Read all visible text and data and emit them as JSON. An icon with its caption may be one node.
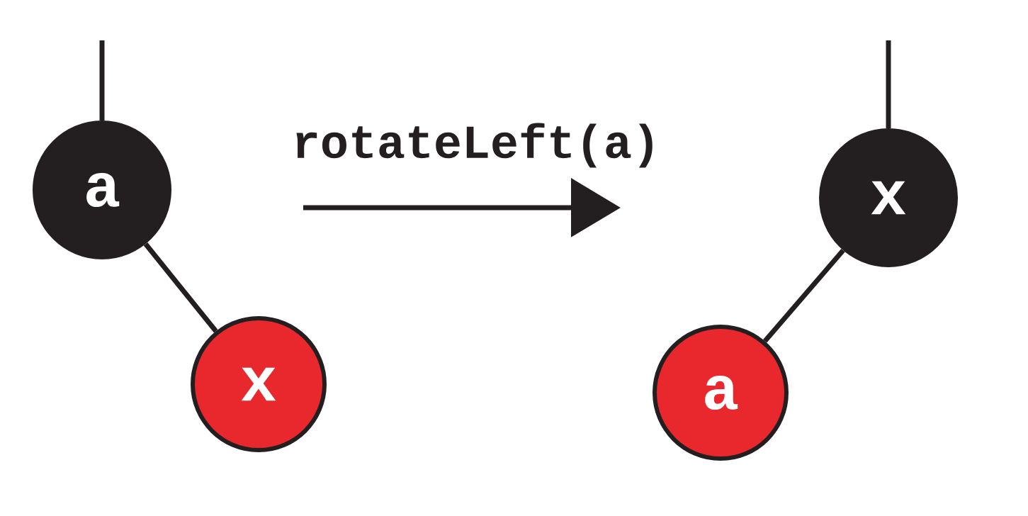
{
  "diagram": {
    "nodes": [
      {
        "text": [
          "a"
        ]
      },
      {
        "text": [
          "x"
        ]
      },
      {
        "text": [
          "x"
        ]
      },
      {
        "text": [
          "a"
        ]
      }
    ],
    "edges": [
      {
        "from": null,
        "to": 0,
        "arrow": "none"
      },
      {
        "from": 0,
        "to": 1,
        "arrow": "none"
      },
      {
        "from": null,
        "to": 2,
        "arrow": "none"
      },
      {
        "from": 2,
        "to": 3,
        "arrow": "none"
      }
    ],
    "labels": [
      "rotateLeft(a)"
    ]
  }
}
